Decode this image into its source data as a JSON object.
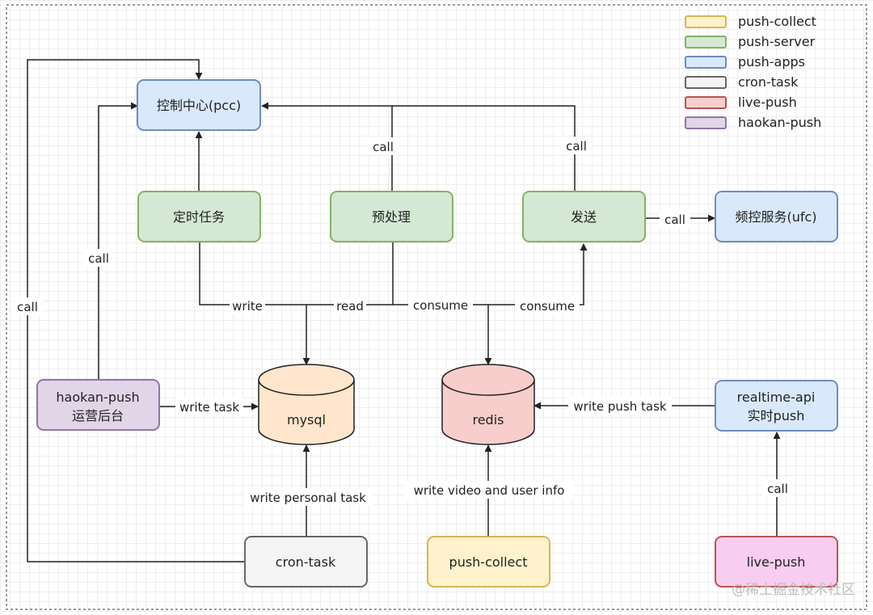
{
  "colors": {
    "push_collect": {
      "fill": "#fff2cc",
      "stroke": "#d6b656"
    },
    "push_server": {
      "fill": "#d5e8d4",
      "stroke": "#82b366"
    },
    "push_apps": {
      "fill": "#dae8fc",
      "stroke": "#6c8ebf"
    },
    "cron_task": {
      "fill": "#f5f5f5",
      "stroke": "#666666"
    },
    "live_push": {
      "fill": "#f8cecc",
      "stroke": "#b85450"
    },
    "haokan_push": {
      "fill": "#e1d5e7",
      "stroke": "#9673a6"
    },
    "live_push_node": {
      "fill": "#f7cdf0",
      "stroke": "#b85450"
    },
    "mysql": {
      "fill": "#ffe6cc",
      "stroke": "#222222"
    },
    "redis": {
      "fill": "#f8cecc",
      "stroke": "#222222"
    }
  },
  "legend": [
    {
      "label": "push-collect",
      "key": "push_collect"
    },
    {
      "label": "push-server",
      "key": "push_server"
    },
    {
      "label": "push-apps",
      "key": "push_apps"
    },
    {
      "label": "cron-task",
      "key": "cron_task"
    },
    {
      "label": "live-push",
      "key": "live_push"
    },
    {
      "label": "haokan-push",
      "key": "haokan_push"
    }
  ],
  "nodes": {
    "pcc": {
      "label": "控制中心(pcc)"
    },
    "schedule": {
      "label": "定时任务"
    },
    "preprocess": {
      "label": "预处理"
    },
    "send": {
      "label": "发送"
    },
    "ufc": {
      "label": "频控服务(ufc)"
    },
    "haokan_admin": {
      "lines": [
        "haokan-push",
        "运营后台"
      ]
    },
    "mysql": {
      "label": "mysql"
    },
    "redis": {
      "label": "redis"
    },
    "realtime_api": {
      "lines": [
        "realtime-api",
        "实时push"
      ]
    },
    "cron_task": {
      "label": "cron-task"
    },
    "push_collect": {
      "label": "push-collect"
    },
    "live_push": {
      "label": "live-push"
    }
  },
  "edge_labels": {
    "call_preprocess": "call",
    "call_send": "call",
    "call_ufc": "call",
    "call_haokan": "call",
    "call_cron": "call",
    "write": "write",
    "read": "read",
    "consume_preprocess": "consume",
    "consume_send": "consume",
    "write_task": "write task",
    "write_push_task": "write push task",
    "write_personal_task": "write personal task",
    "write_video_user_info": "write video and user info",
    "call_live": "call"
  },
  "watermark": "@稀土掘金技术社区"
}
